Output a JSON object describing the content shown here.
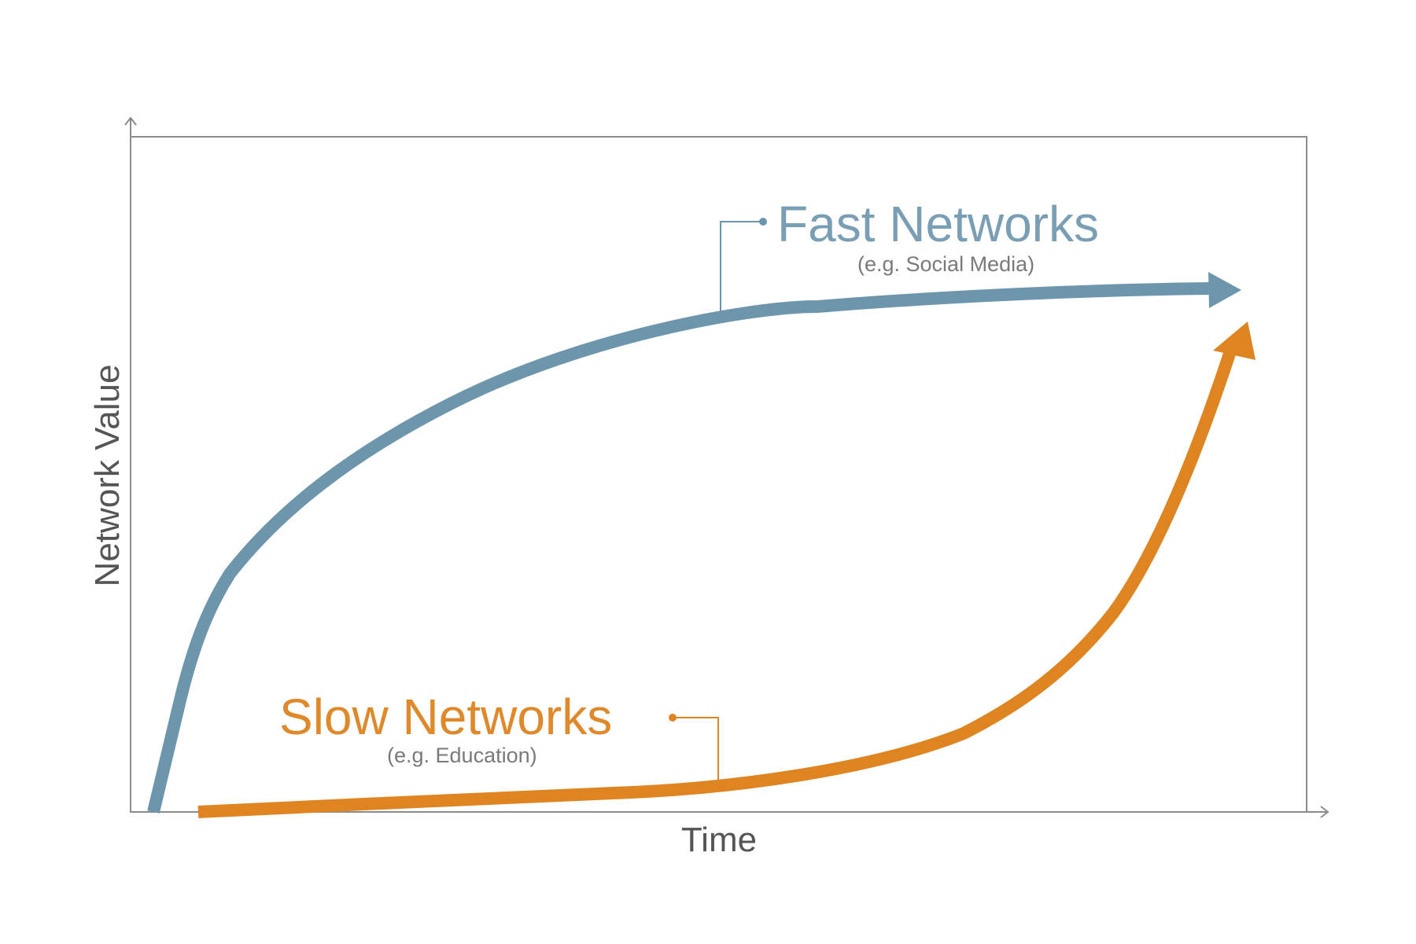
{
  "axes": {
    "x_label": "Time",
    "y_label": "Network Value",
    "color": "#8c8c8c"
  },
  "fast": {
    "label": "Fast Networks",
    "sublabel": "(e.g. Social Media)",
    "color": "#6d96ad",
    "text_color": "#7a9fb4"
  },
  "slow": {
    "label": "Slow Networks",
    "sublabel": "(e.g. Education)",
    "color": "#de8522",
    "text_color": "#e0892a"
  },
  "sublabel_color": "#7a7a7a"
}
